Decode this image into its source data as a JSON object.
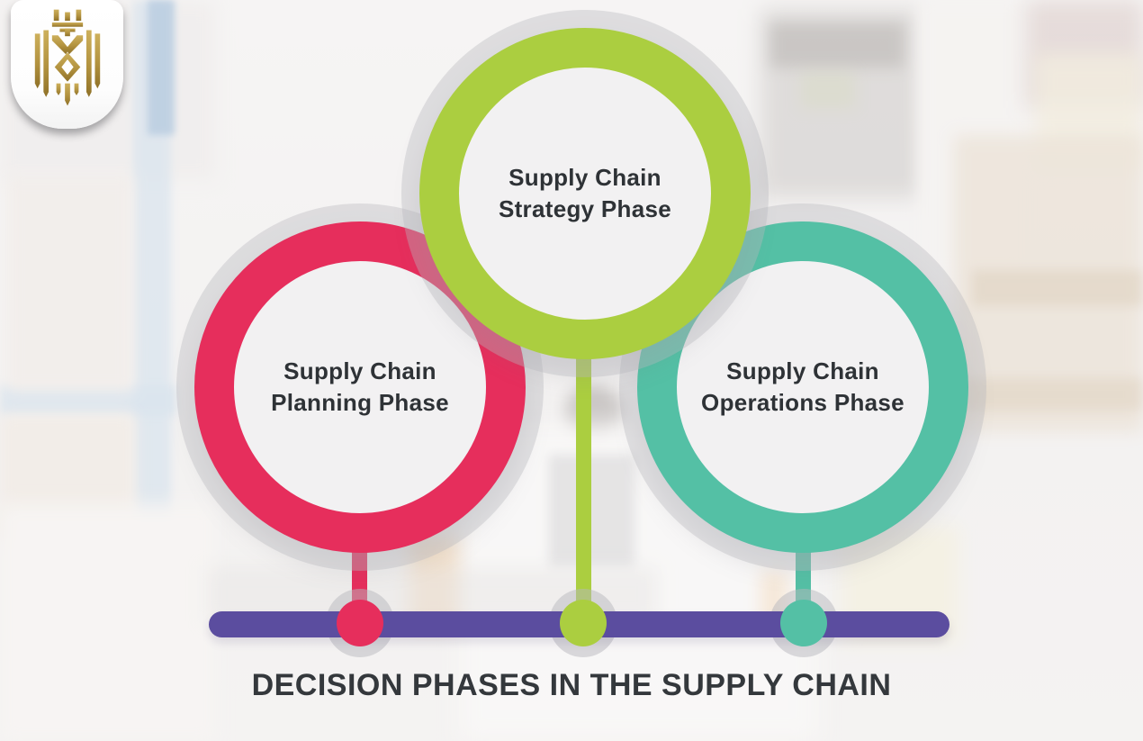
{
  "title": {
    "text": "DECISION PHASES IN THE SUPPLY CHAIN",
    "color": "#34383c"
  },
  "phases": [
    {
      "name": "planning",
      "line1": "Supply Chain",
      "line2": "Planning Phase",
      "color": "#e62e5c"
    },
    {
      "name": "strategy",
      "line1": "Supply Chain",
      "line2": "Strategy Phase",
      "color": "#abce40"
    },
    {
      "name": "operations",
      "line1": "Supply Chain",
      "line2": "Operations Phase",
      "color": "#54c0a5"
    }
  ],
  "timeline": {
    "bar_color": "#5b4d9f"
  },
  "logo": {
    "icon": "gold-crown-emblem",
    "gold": "#b9984a"
  },
  "style": {
    "inner_circle_fill": "#f2f1f2",
    "halo": "rgba(184,184,190,0.38)",
    "label_color": "#2e3236",
    "background": "blurred warehouse photo with white wash"
  }
}
